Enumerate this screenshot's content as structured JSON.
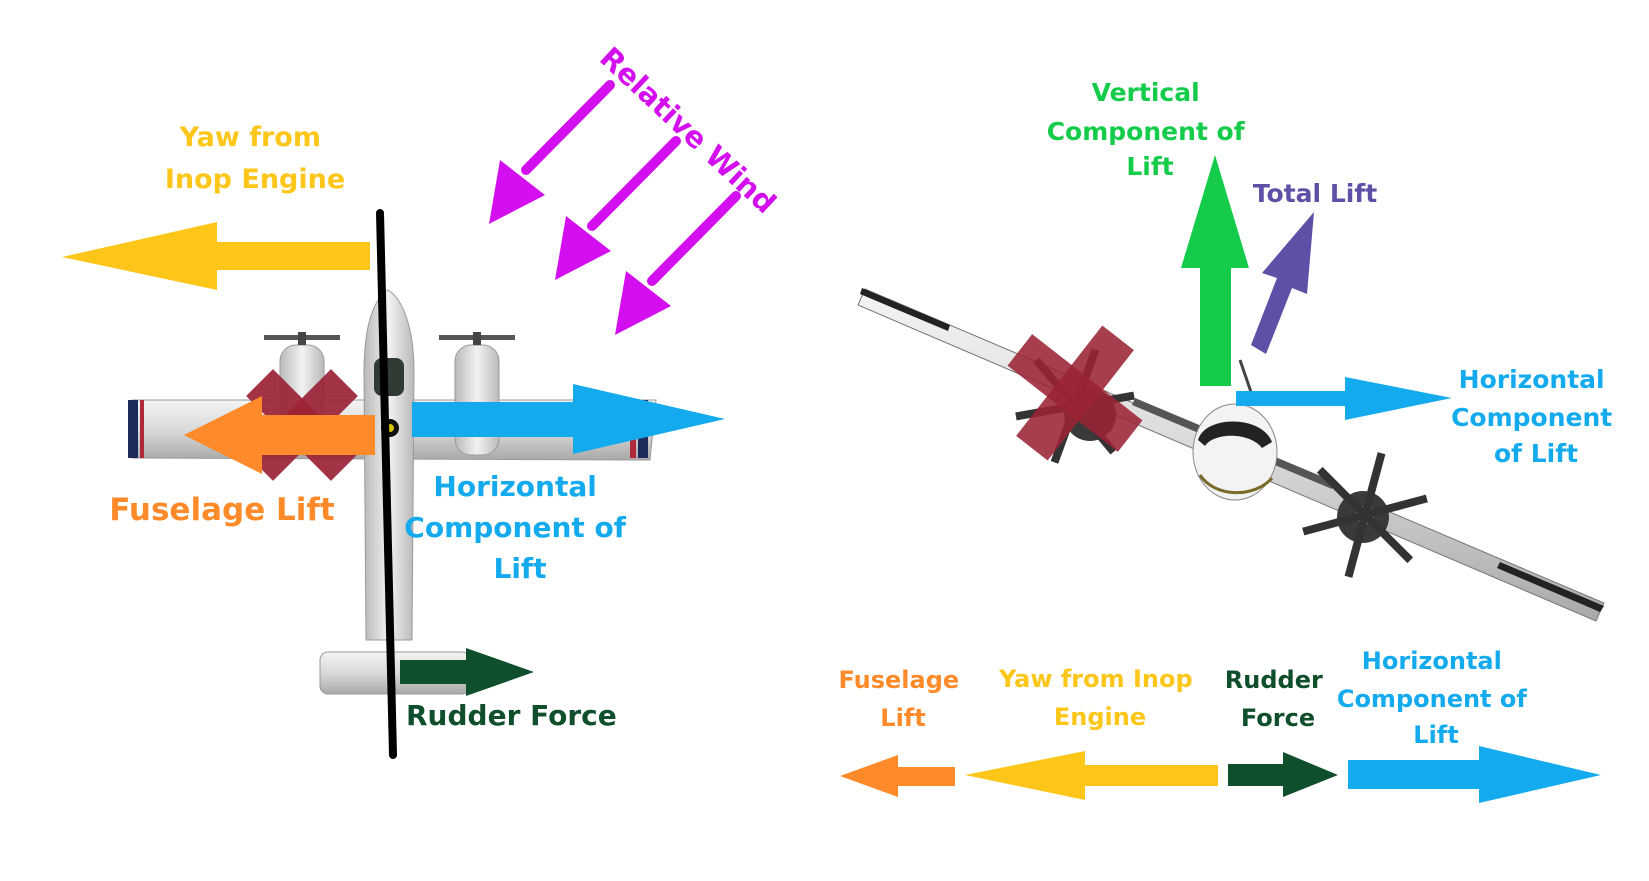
{
  "colors": {
    "yaw": "#FFC61A",
    "fuselage": "#FF8A2A",
    "horizontal": "#14AAEE",
    "rudder": "#0F4F2C",
    "wind": "#D40FEF",
    "vertical": "#14CC4A",
    "total": "#5F4FA6",
    "inop_x": "#9B2335",
    "axis": "#000000"
  },
  "left_view": {
    "yaw_label": [
      "Yaw from",
      "Inop Engine"
    ],
    "wind_label": "Relative Wind",
    "fuselage_label": "Fuselage Lift",
    "horizontal_label": [
      "Horizontal",
      "Component of",
      "Lift"
    ],
    "rudder_label": "Rudder Force"
  },
  "right_view": {
    "vertical_label": [
      "Vertical",
      "Component of",
      "Lift"
    ],
    "total_label": "Total Lift",
    "horizontal_label": [
      "Horizontal",
      "Component",
      "of Lift"
    ]
  },
  "force_balance": {
    "fuselage_label": [
      "Fuselage",
      "Lift"
    ],
    "yaw_label": [
      "Yaw from Inop",
      "Engine"
    ],
    "rudder_label": [
      "Rudder",
      "Force"
    ],
    "horizontal_label": [
      "Horizontal",
      "Component of",
      "Lift"
    ]
  }
}
